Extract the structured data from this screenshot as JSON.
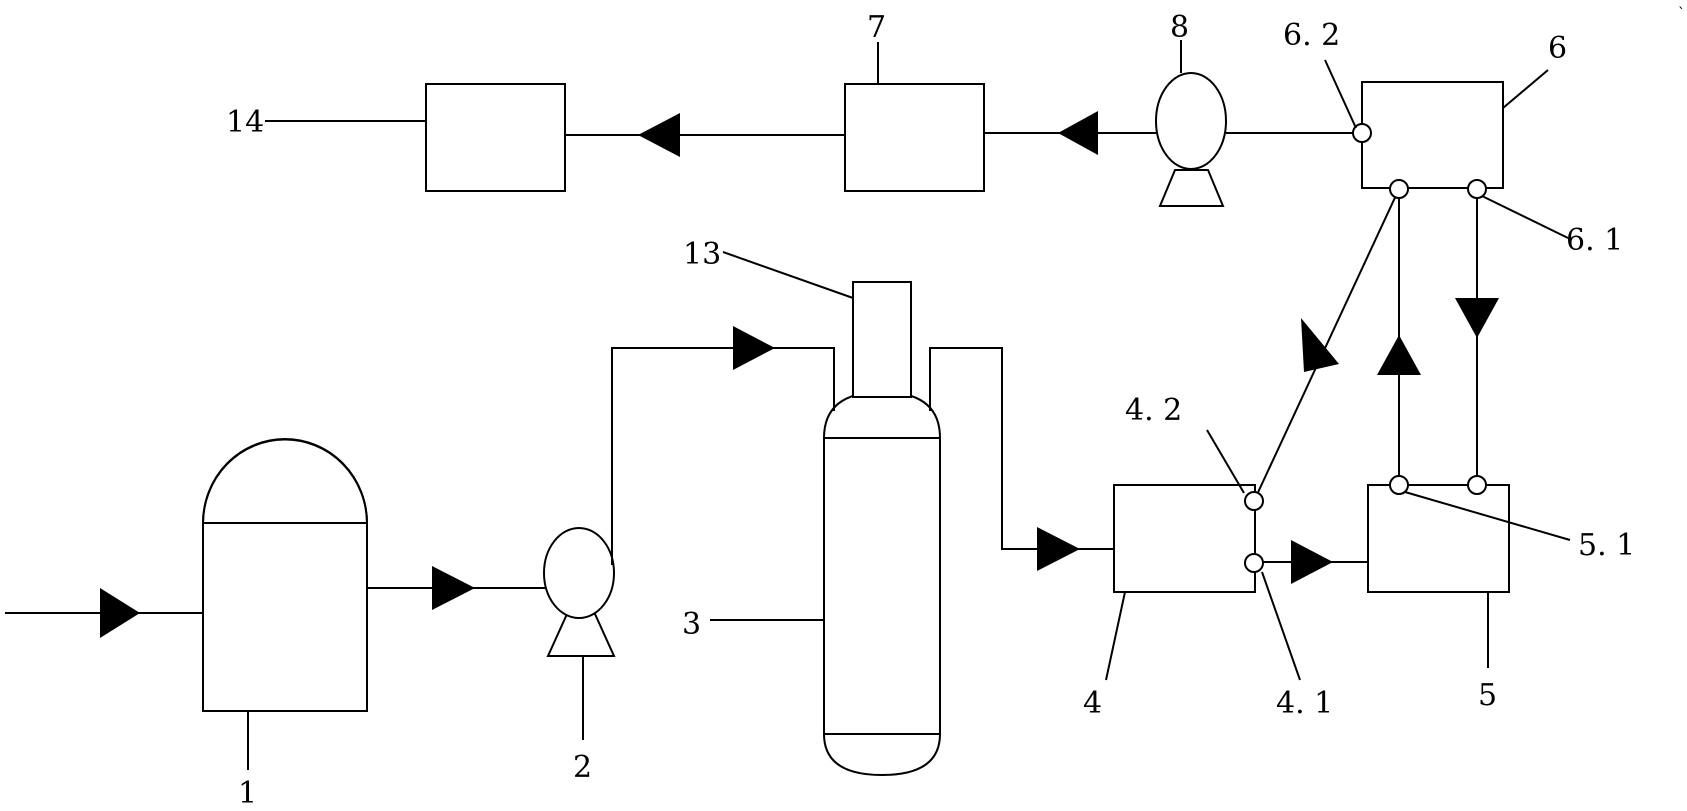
{
  "labels": {
    "n1": "1",
    "n2": "2",
    "n3": "3",
    "n4": "4",
    "n4_1": "4. 1",
    "n4_2": "4. 2",
    "n5": "5",
    "n5_1": "5. 1",
    "n6": "6",
    "n6_1": "6. 1",
    "n6_2": "6. 2",
    "n7": "7",
    "n8": "8",
    "n13": "13",
    "n14": "14"
  },
  "colors": {
    "stroke": "#000000",
    "background": "#ffffff"
  }
}
